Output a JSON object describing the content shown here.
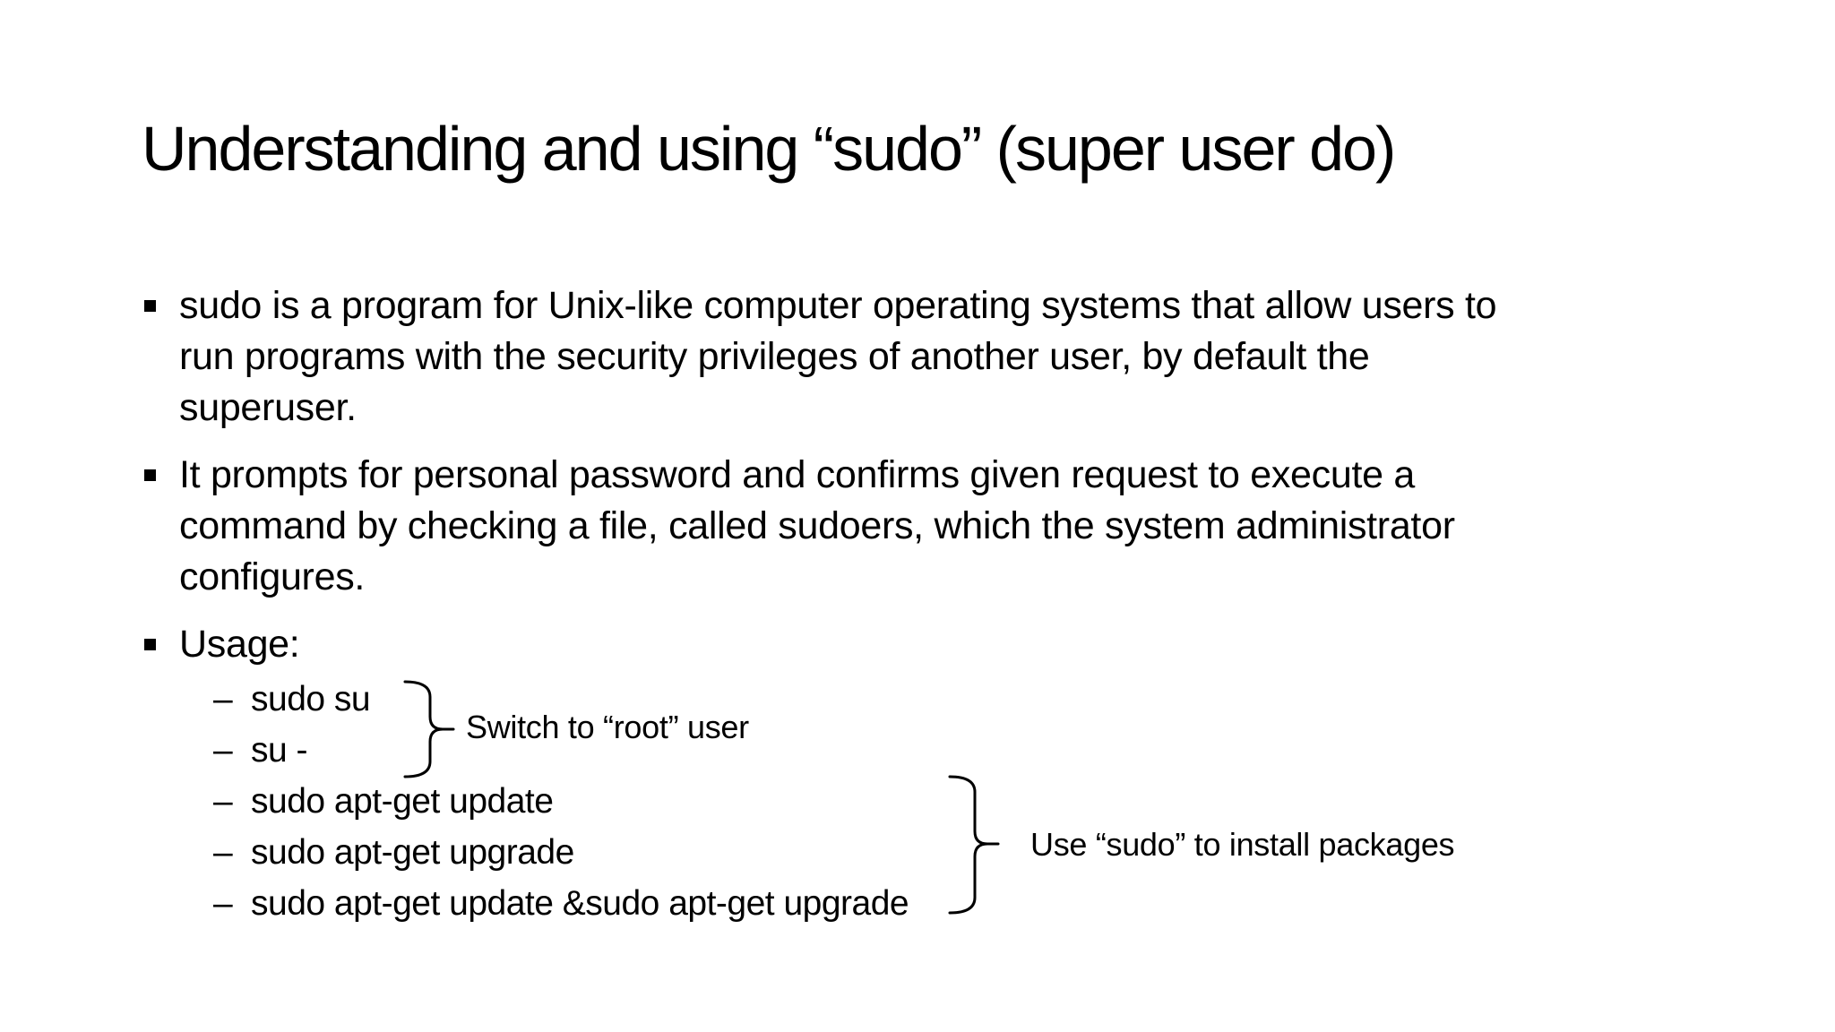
{
  "slide": {
    "title": "Understanding and using “sudo” (super user do)",
    "bullets": [
      {
        "lines": [
          "sudo is a program for Unix-like computer operating systems that allow users to",
          "run programs with the security privileges of another user, by default the",
          "superuser."
        ]
      },
      {
        "lines": [
          "It prompts for personal password and confirms given request to execute a",
          "command by checking a file, called sudoers, which the system administrator",
          "configures."
        ]
      },
      {
        "lines": [
          "Usage:"
        ]
      }
    ],
    "usage_commands": [
      "sudo su",
      "su -",
      "sudo apt-get update",
      "sudo apt-get upgrade",
      "sudo apt-get update &sudo apt-get upgrade"
    ],
    "annotations": [
      {
        "label": "Switch to “root” user"
      },
      {
        "label": "Use “sudo” to install packages"
      }
    ],
    "glyphs": {
      "dash": "–",
      "bullet_square": "▪"
    },
    "colors": {
      "background": "#ffffff",
      "text": "#000000"
    }
  }
}
